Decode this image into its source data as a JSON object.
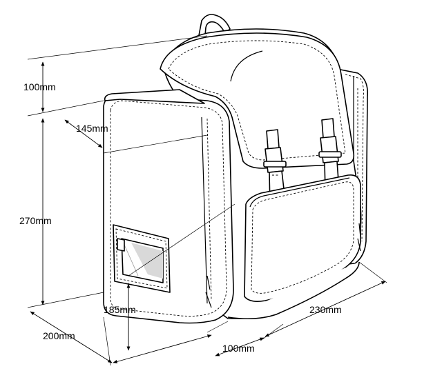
{
  "dimensions": {
    "top_height": "100mm",
    "side_pocket_depth": "145mm",
    "body_height": "270mm",
    "pocket_height": "185mm",
    "base_depth": "200mm",
    "front_pocket_depth": "100mm",
    "width": "230mm"
  }
}
